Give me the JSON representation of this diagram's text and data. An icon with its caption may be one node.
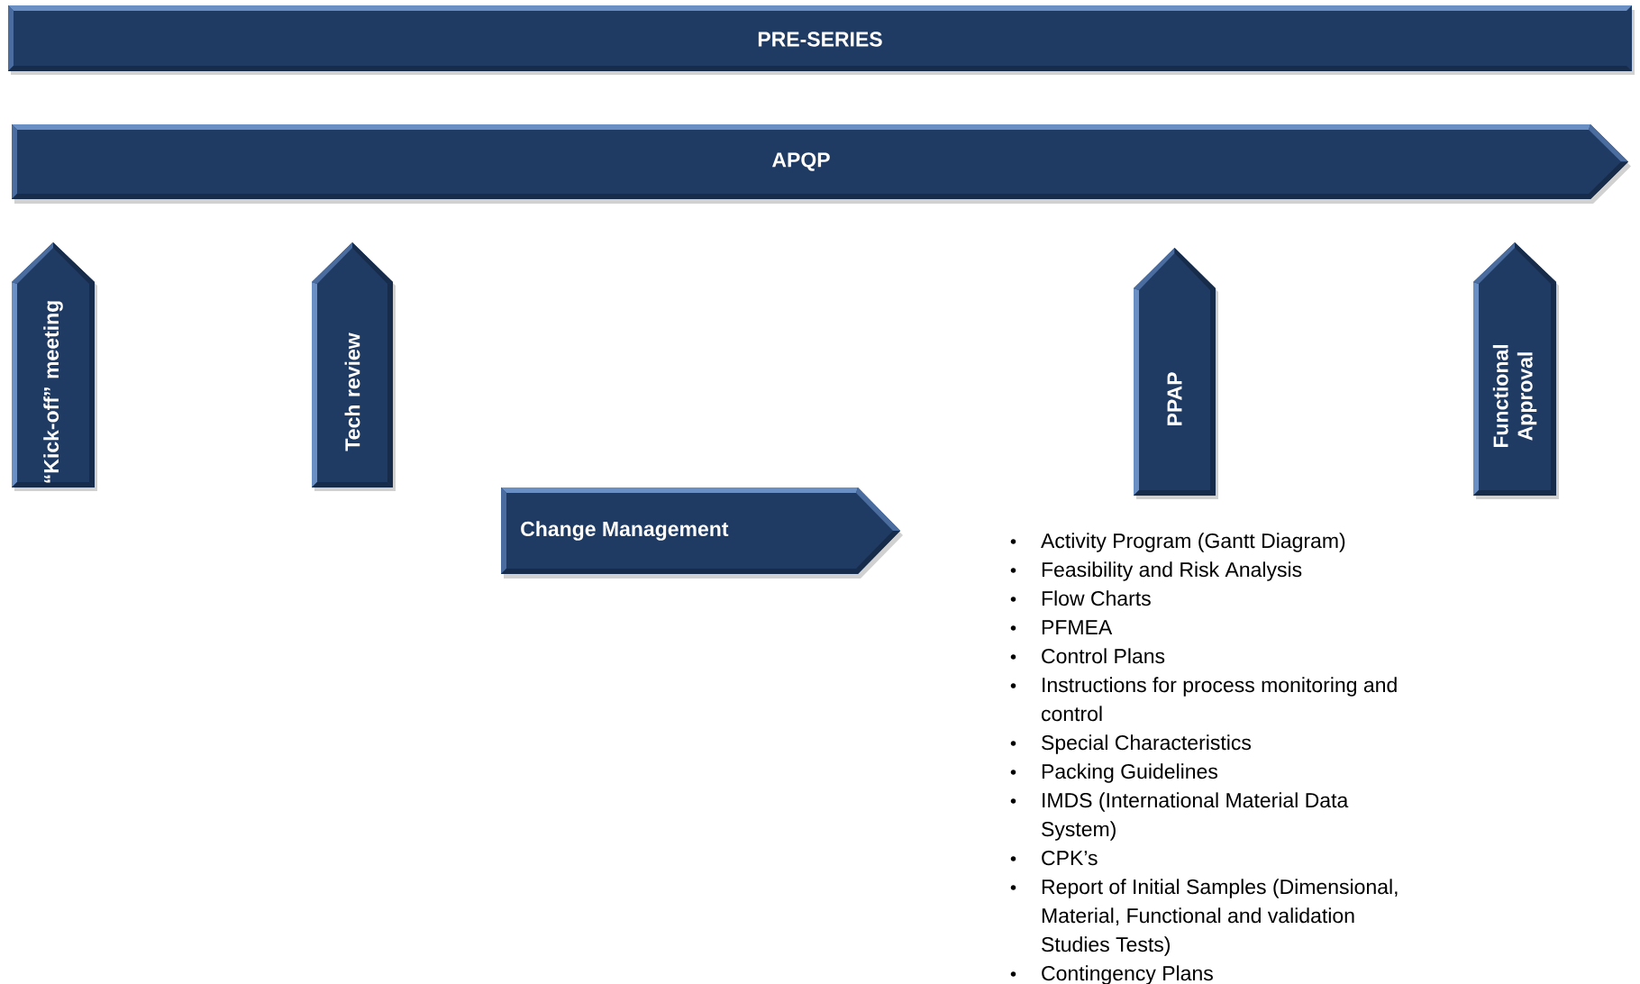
{
  "diagram": {
    "nodes": [
      {
        "text": [
          "PRE-SERIES"
        ]
      },
      {
        "text": [
          "APQP"
        ]
      },
      {
        "text": [
          "“Kick-off” meeting"
        ]
      },
      {
        "text": [
          "Tech review"
        ]
      },
      {
        "text": [
          "Change Management"
        ]
      },
      {
        "text": [
          "PPAP"
        ]
      },
      {
        "text": [
          "Functional Approval"
        ]
      }
    ],
    "labels": [
      "Activity Program (Gantt Diagram)",
      "Feasibility and Risk Analysis",
      "Flow Charts",
      "PFMEA",
      "Control Plans",
      "Instructions for process monitoring and control",
      "Special Characteristics",
      "Packing Guidelines",
      "IMDS (International Material Data System)",
      "CPK’s",
      "Report of Initial Samples (Dimensional, Material, Functional and validation Studies Tests)",
      "Contingency Plans"
    ]
  }
}
